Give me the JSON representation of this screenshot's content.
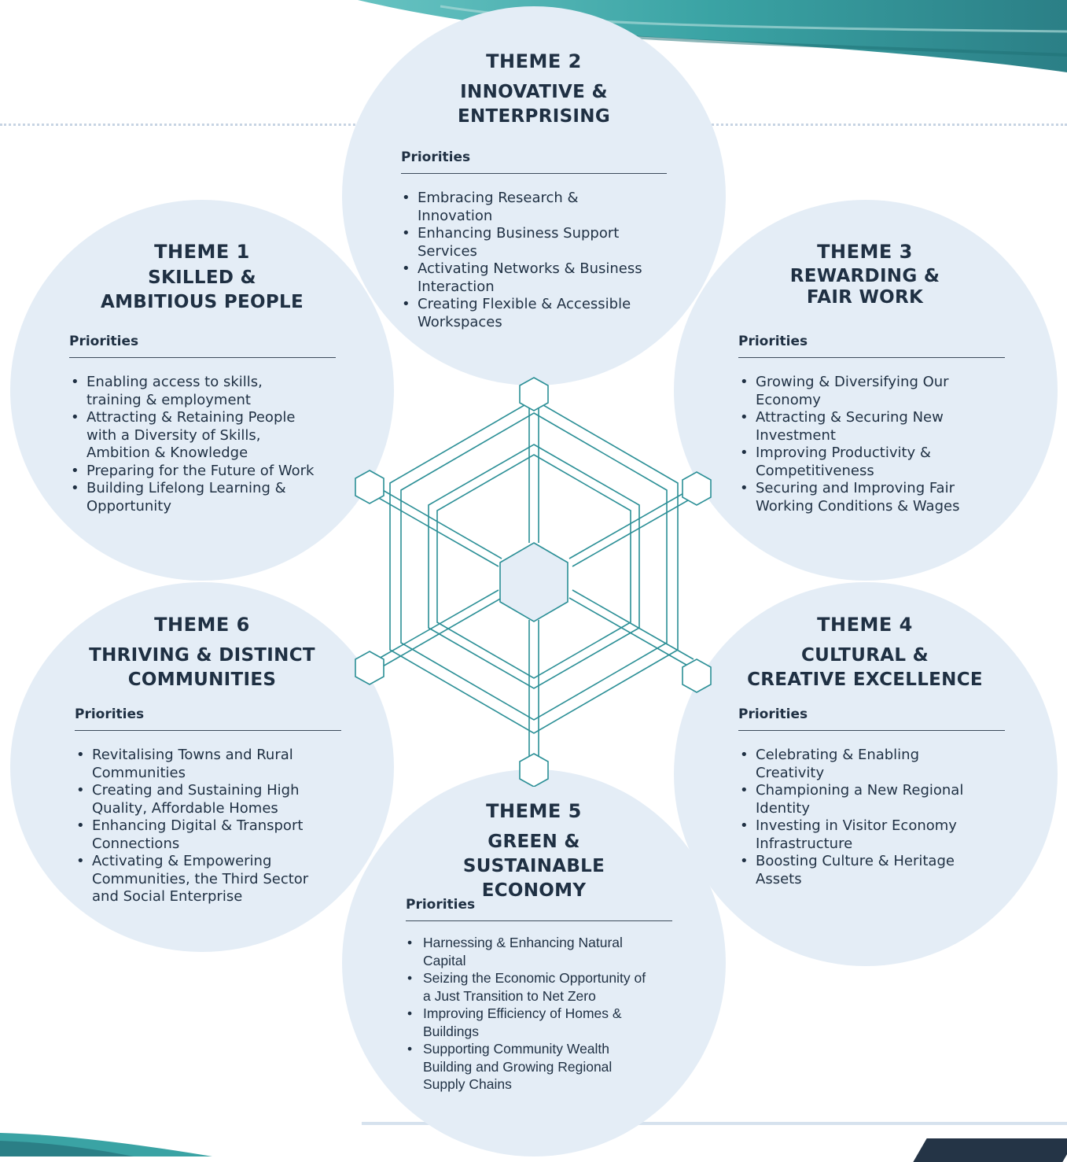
{
  "themes": [
    {
      "number": "THEME 1",
      "title": "SKILLED &\nAMBITIOUS PEOPLE",
      "priorities_label": "Priorities",
      "priorities": [
        "Enabling access to skills, training & employment",
        "Attracting & Retaining People with a Diversity of Skills, Ambition & Knowledge",
        "Preparing for the Future of Work",
        "Building Lifelong Learning & Opportunity"
      ]
    },
    {
      "number": "THEME 2",
      "title": "INNOVATIVE &\nENTERPRISING",
      "priorities_label": "Priorities",
      "priorities": [
        "Embracing Research & Innovation",
        "Enhancing Business Support Services",
        "Activating Networks & Business Interaction",
        "Creating Flexible & Accessible Workspaces"
      ]
    },
    {
      "number": "THEME 3",
      "title": "REWARDING &\nFAIR WORK",
      "priorities_label": "Priorities",
      "priorities": [
        "Growing & Diversifying Our Economy",
        "Attracting & Securing New Investment",
        "Improving Productivity & Competitiveness",
        "Securing and Improving Fair Working Conditions & Wages"
      ]
    },
    {
      "number": "THEME 4",
      "title": "CULTURAL &\nCREATIVE EXCELLENCE",
      "priorities_label": "Priorities",
      "priorities": [
        "Celebrating & Enabling Creativity",
        "Championing a New Regional Identity",
        "Investing in Visitor Economy Infrastructure",
        "Boosting Culture & Heritage Assets"
      ]
    },
    {
      "number": "THEME 5",
      "title": "GREEN &\nSUSTAINABLE ECONOMY",
      "priorities_label": "Priorities",
      "priorities": [
        "Harnessing & Enhancing Natural Capital",
        "Seizing the Economic Opportunity of a Just Transition to Net Zero",
        "Improving Efficiency of Homes & Buildings",
        "Supporting Community Wealth Building and Growing Regional Supply Chains"
      ]
    },
    {
      "number": "THEME 6",
      "title": "THRIVING & DISTINCT\nCOMMUNITIES",
      "priorities_label": "Priorities",
      "priorities": [
        "Revitalising Towns and Rural Communities",
        "Creating and Sustaining High Quality, Affordable Homes",
        "Enhancing Digital & Transport Connections",
        "Activating & Empowering Communities, the Third Sector and Social Enterprise"
      ]
    }
  ],
  "colors": {
    "circle_fill": "#e4edf6",
    "text": "#1f3043",
    "hex_stroke": "#2b8f96",
    "banner": "#3aa3a4"
  }
}
